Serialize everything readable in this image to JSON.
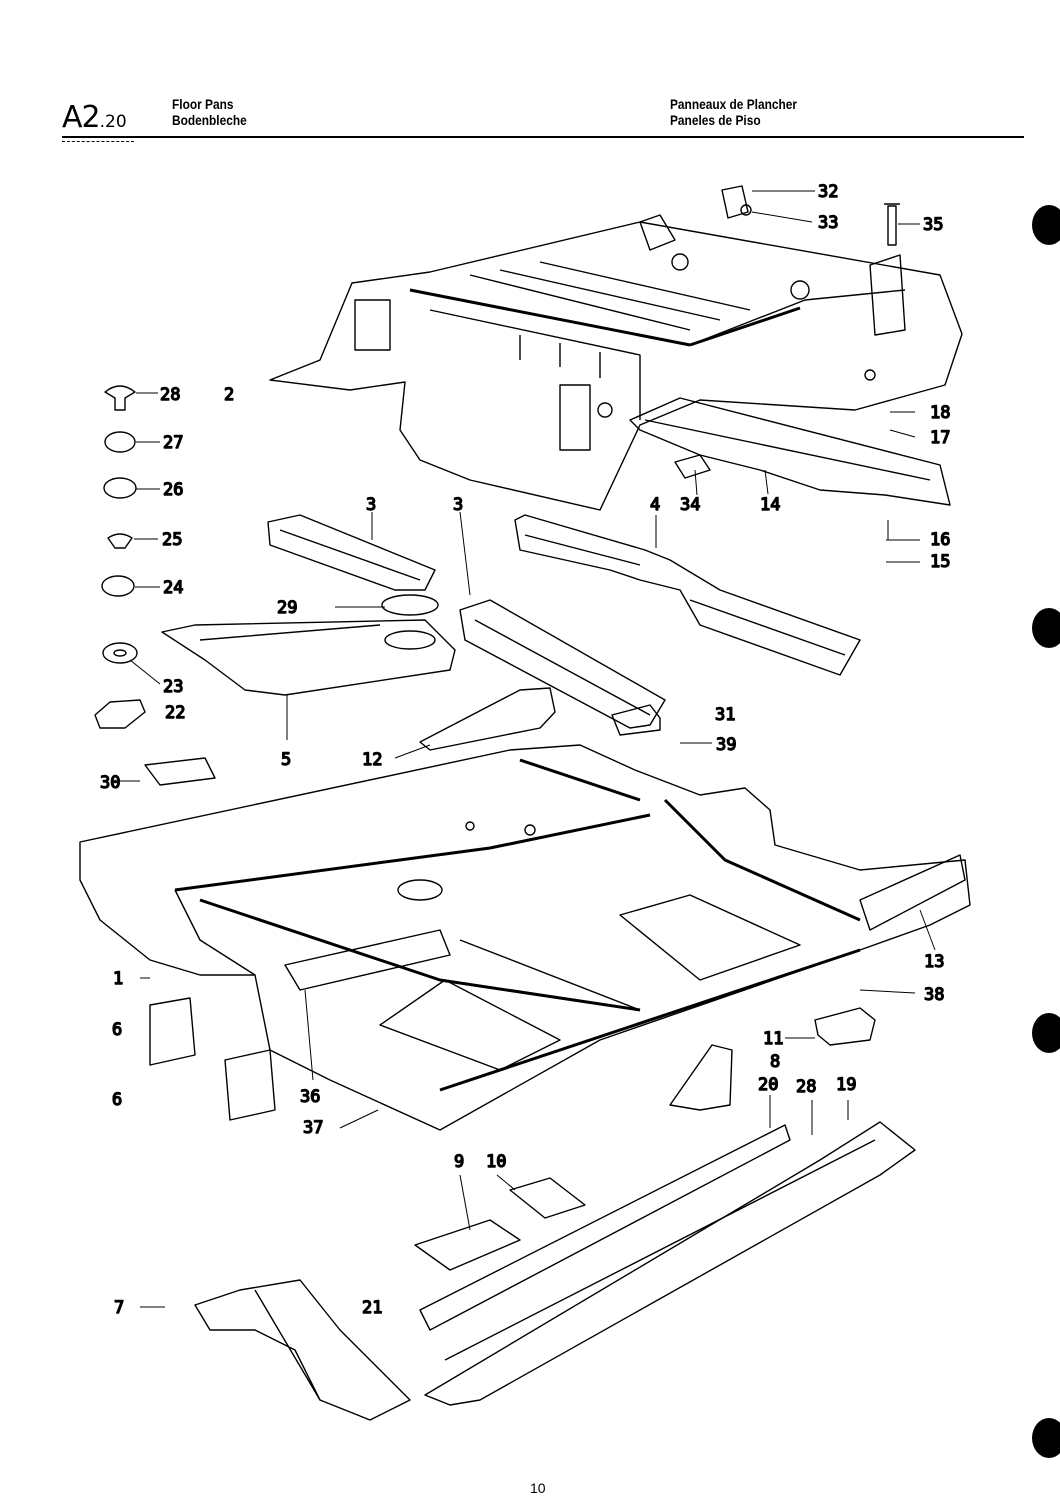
{
  "header": {
    "code": "A2",
    "code_suffix": ".20",
    "title_en": "Floor Pans",
    "title_de": "Bodenbleche",
    "title_fr": "Panneaux de Plancher",
    "title_es": "Paneles de Piso"
  },
  "page_number": "10",
  "callouts": [
    {
      "label": "32"
    },
    {
      "label": "33"
    },
    {
      "label": "35"
    },
    {
      "label": "28"
    },
    {
      "label": "2"
    },
    {
      "label": "27"
    },
    {
      "label": "26"
    },
    {
      "label": "25"
    },
    {
      "label": "24"
    },
    {
      "label": "23"
    },
    {
      "label": "22"
    },
    {
      "label": "30"
    },
    {
      "label": "18"
    },
    {
      "label": "17"
    },
    {
      "label": "34"
    },
    {
      "label": "14"
    },
    {
      "label": "3"
    },
    {
      "label": "3"
    },
    {
      "label": "4"
    },
    {
      "label": "16"
    },
    {
      "label": "15"
    },
    {
      "label": "29"
    },
    {
      "label": "5"
    },
    {
      "label": "12"
    },
    {
      "label": "31"
    },
    {
      "label": "39"
    },
    {
      "label": "1"
    },
    {
      "label": "13"
    },
    {
      "label": "38"
    },
    {
      "label": "6"
    },
    {
      "label": "6"
    },
    {
      "label": "36"
    },
    {
      "label": "37"
    },
    {
      "label": "11"
    },
    {
      "label": "8"
    },
    {
      "label": "20"
    },
    {
      "label": "28"
    },
    {
      "label": "19"
    },
    {
      "label": "9"
    },
    {
      "label": "10"
    },
    {
      "label": "7"
    },
    {
      "label": "21"
    }
  ]
}
